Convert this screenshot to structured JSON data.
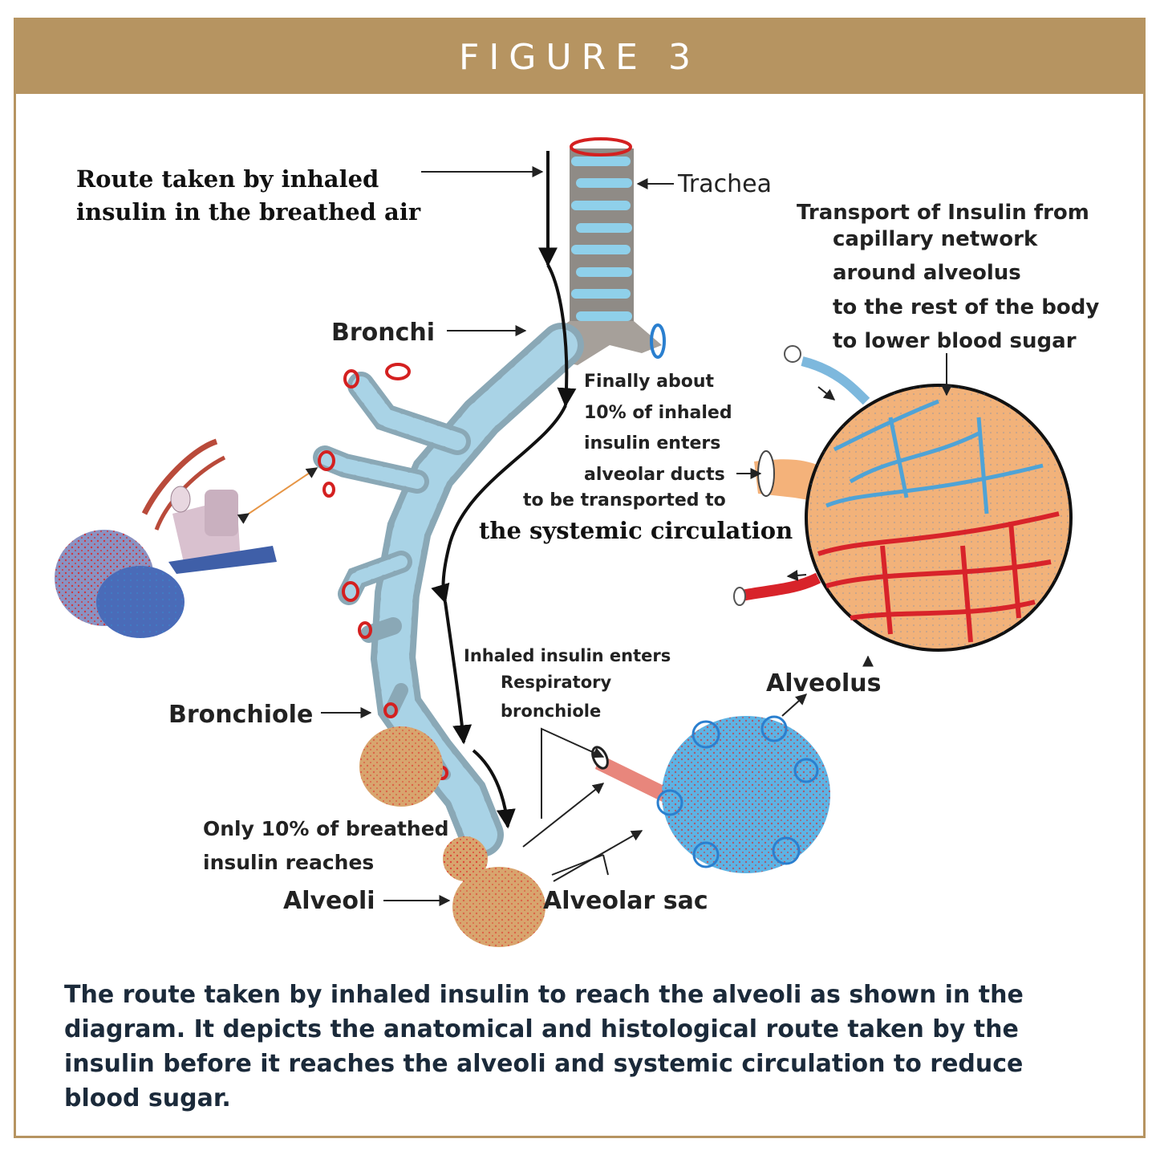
{
  "figure": {
    "title": "FIGURE 3"
  },
  "labels": {
    "route": [
      "Route taken by inhaled",
      "insulin in the breathed air"
    ],
    "trachea": "Trachea",
    "bronchi": "Bronchi",
    "transport": [
      "Transport of Insulin from",
      "capillary network",
      "around alveolus",
      "to the rest of the body",
      "to lower blood sugar"
    ],
    "finally": [
      "Finally about",
      "10% of inhaled",
      "insulin enters",
      "alveolar ducts",
      "to be transported to"
    ],
    "systemic": "the systemic circulation",
    "inhaled_enters": [
      "Inhaled insulin enters",
      "Respiratory",
      "bronchiole"
    ],
    "alveolus": "Alveolus",
    "bronchiole": "Bronchiole",
    "only10": [
      "Only 10% of breathed",
      "insulin reaches"
    ],
    "alveoli": "Alveoli",
    "alveolar_sac": "Alveolar sac"
  },
  "caption": "The route taken by inhaled insulin to reach the alveoli as shown in the diagram. It depicts the anatomical and histological route taken by the insulin before it reaches the alveoli and systemic circulation to reduce blood sugar.",
  "colors": {
    "frame": "#b69461",
    "caption_text": "#1b2a3a",
    "airway": "#a9d3e6",
    "blood": "#d8232a",
    "alveolus_fill": "#f2b27a"
  }
}
